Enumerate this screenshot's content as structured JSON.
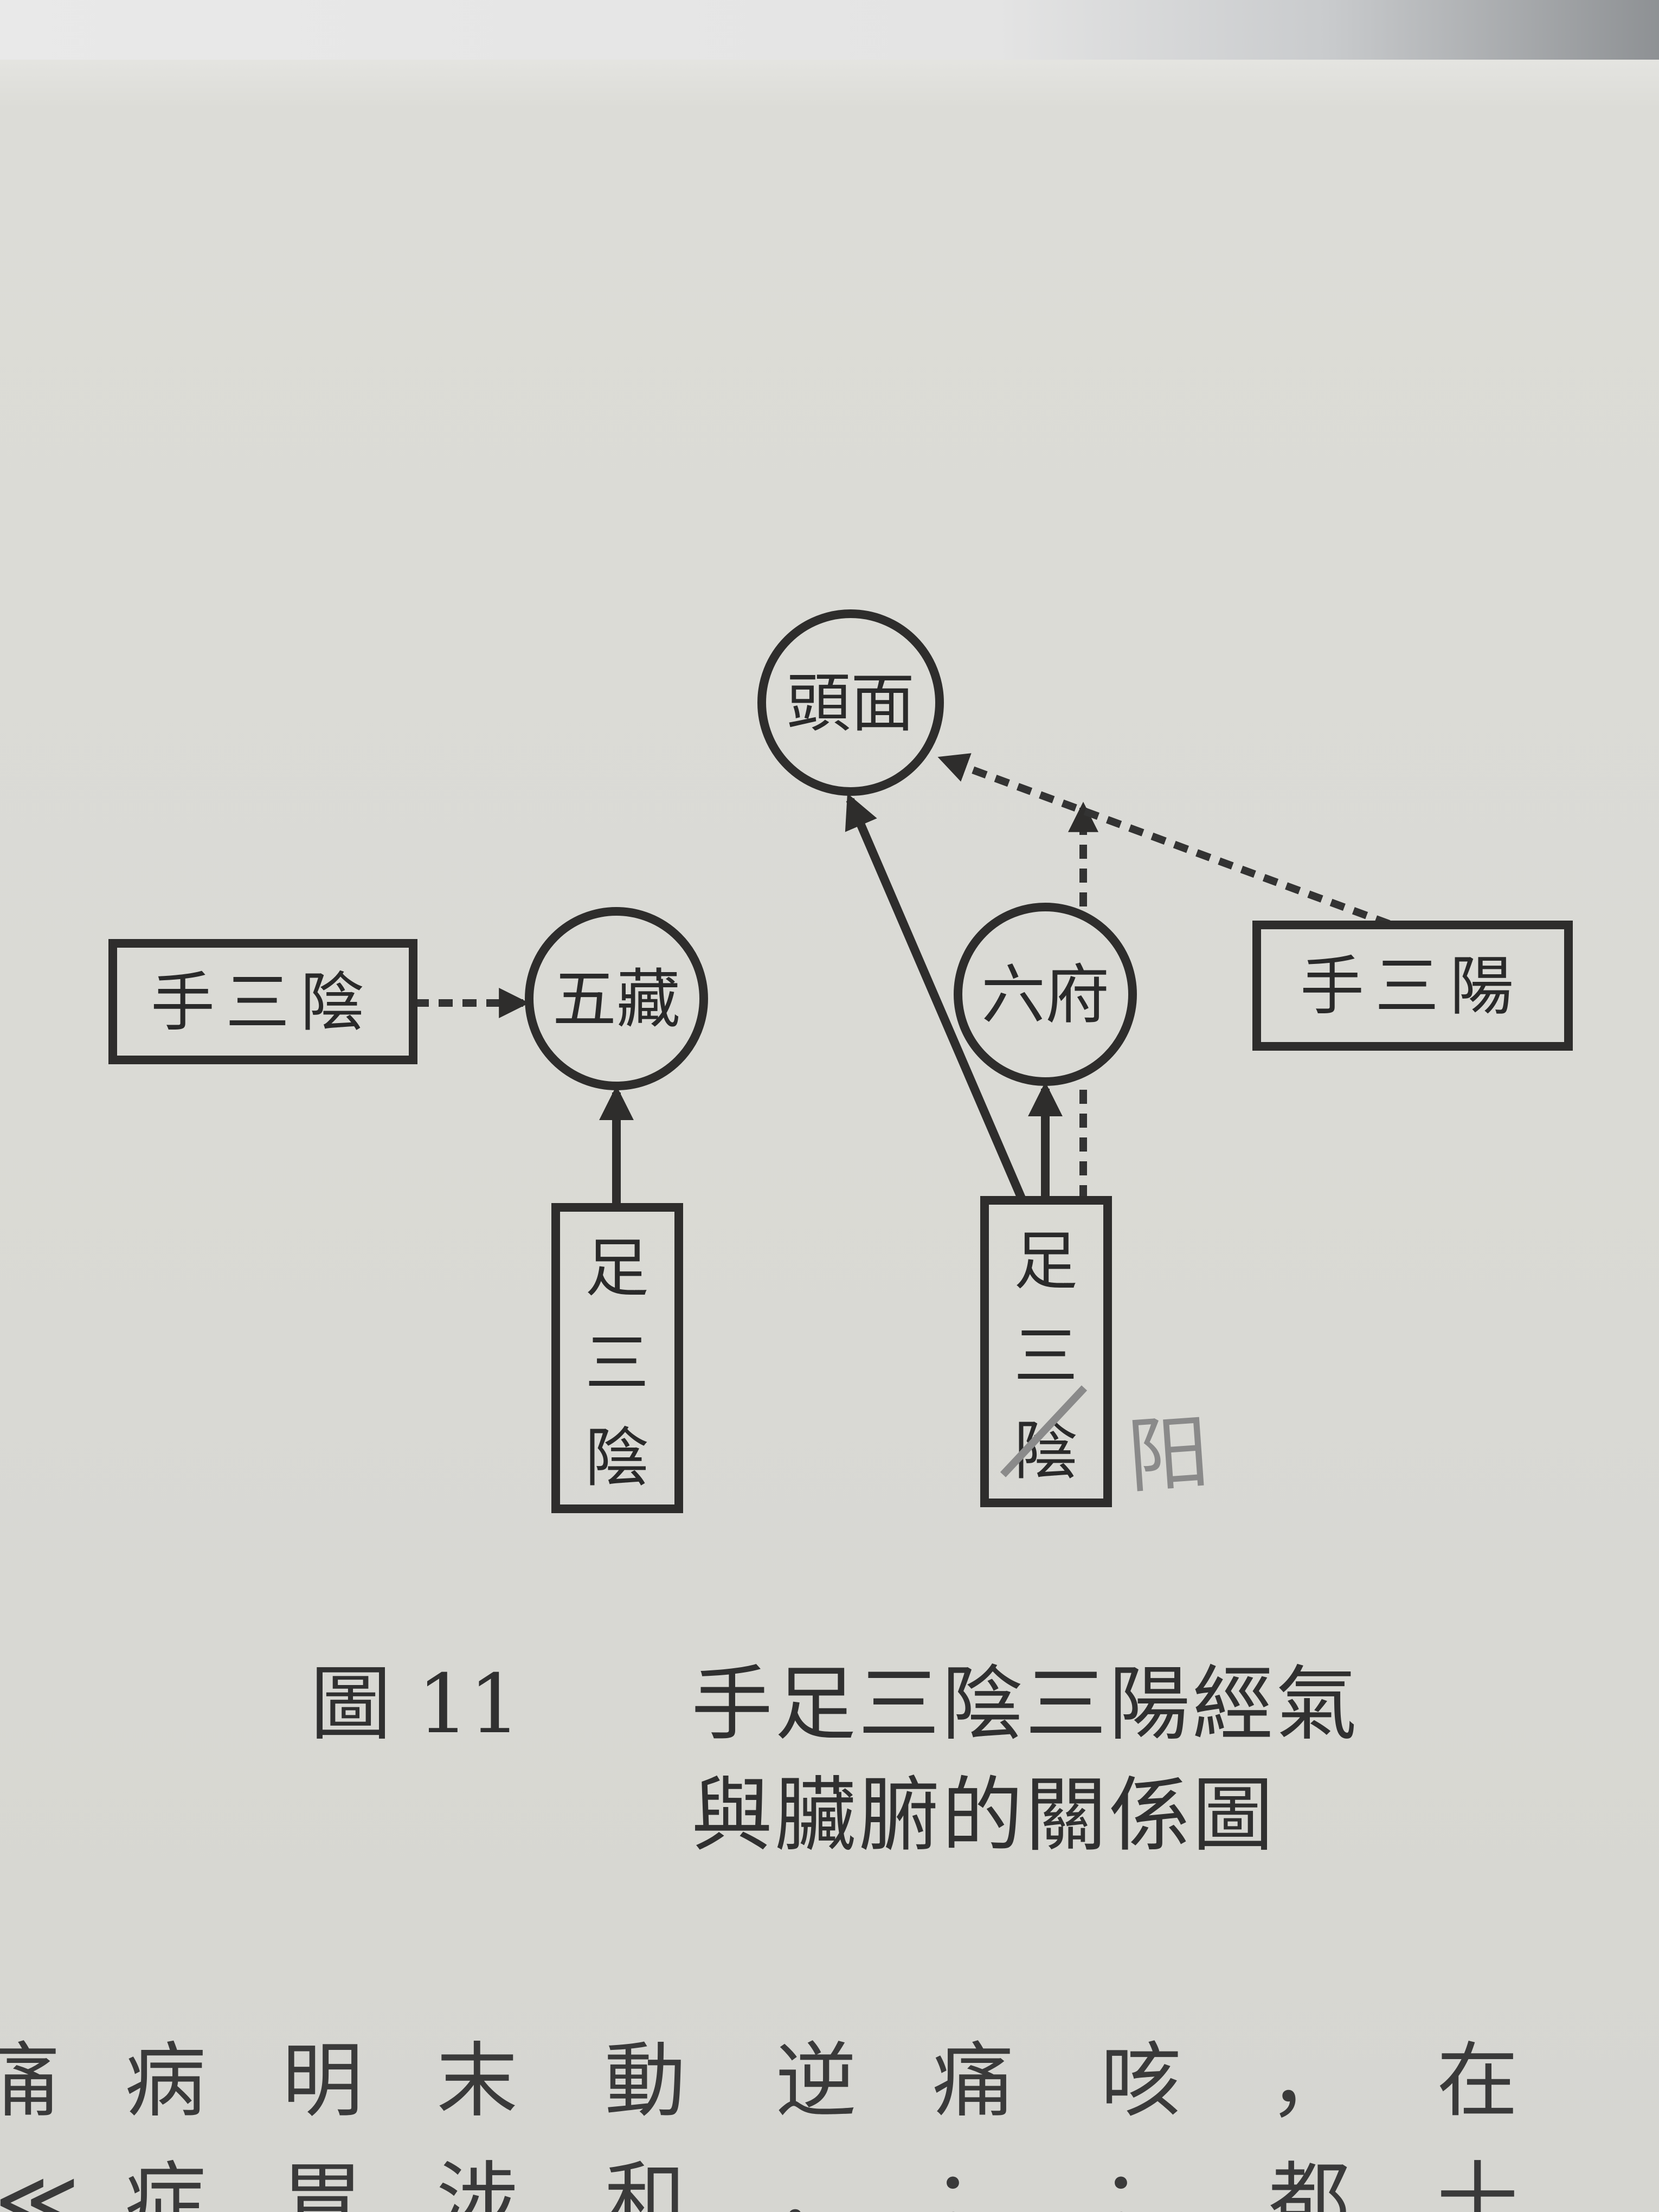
{
  "diagram": {
    "nodes": {
      "head_face": "頭面",
      "five_zang": "五藏",
      "six_fu": "六府",
      "hand_three_yin": "手三陰",
      "hand_three_yang": "手三陽",
      "foot_three_yin_left": [
        "足",
        "三",
        "陰"
      ],
      "foot_three_yin_right": [
        "足",
        "三",
        "陰"
      ]
    },
    "handwritten_note": "阳"
  },
  "caption": {
    "figure_number": "圖 11",
    "line1": "手足三陰三陽經氣",
    "line2": "與臟腑的關係圖"
  },
  "body_text": {
    "row1": [
      "痛",
      "病",
      "明",
      "末",
      "動",
      "逆",
      "痛",
      "咳",
      "，",
      "在"
    ],
    "row2": [
      "≪",
      "症",
      "胃",
      "涉",
      "和",
      "，",
      "；",
      "；",
      "都",
      "十"
    ]
  }
}
